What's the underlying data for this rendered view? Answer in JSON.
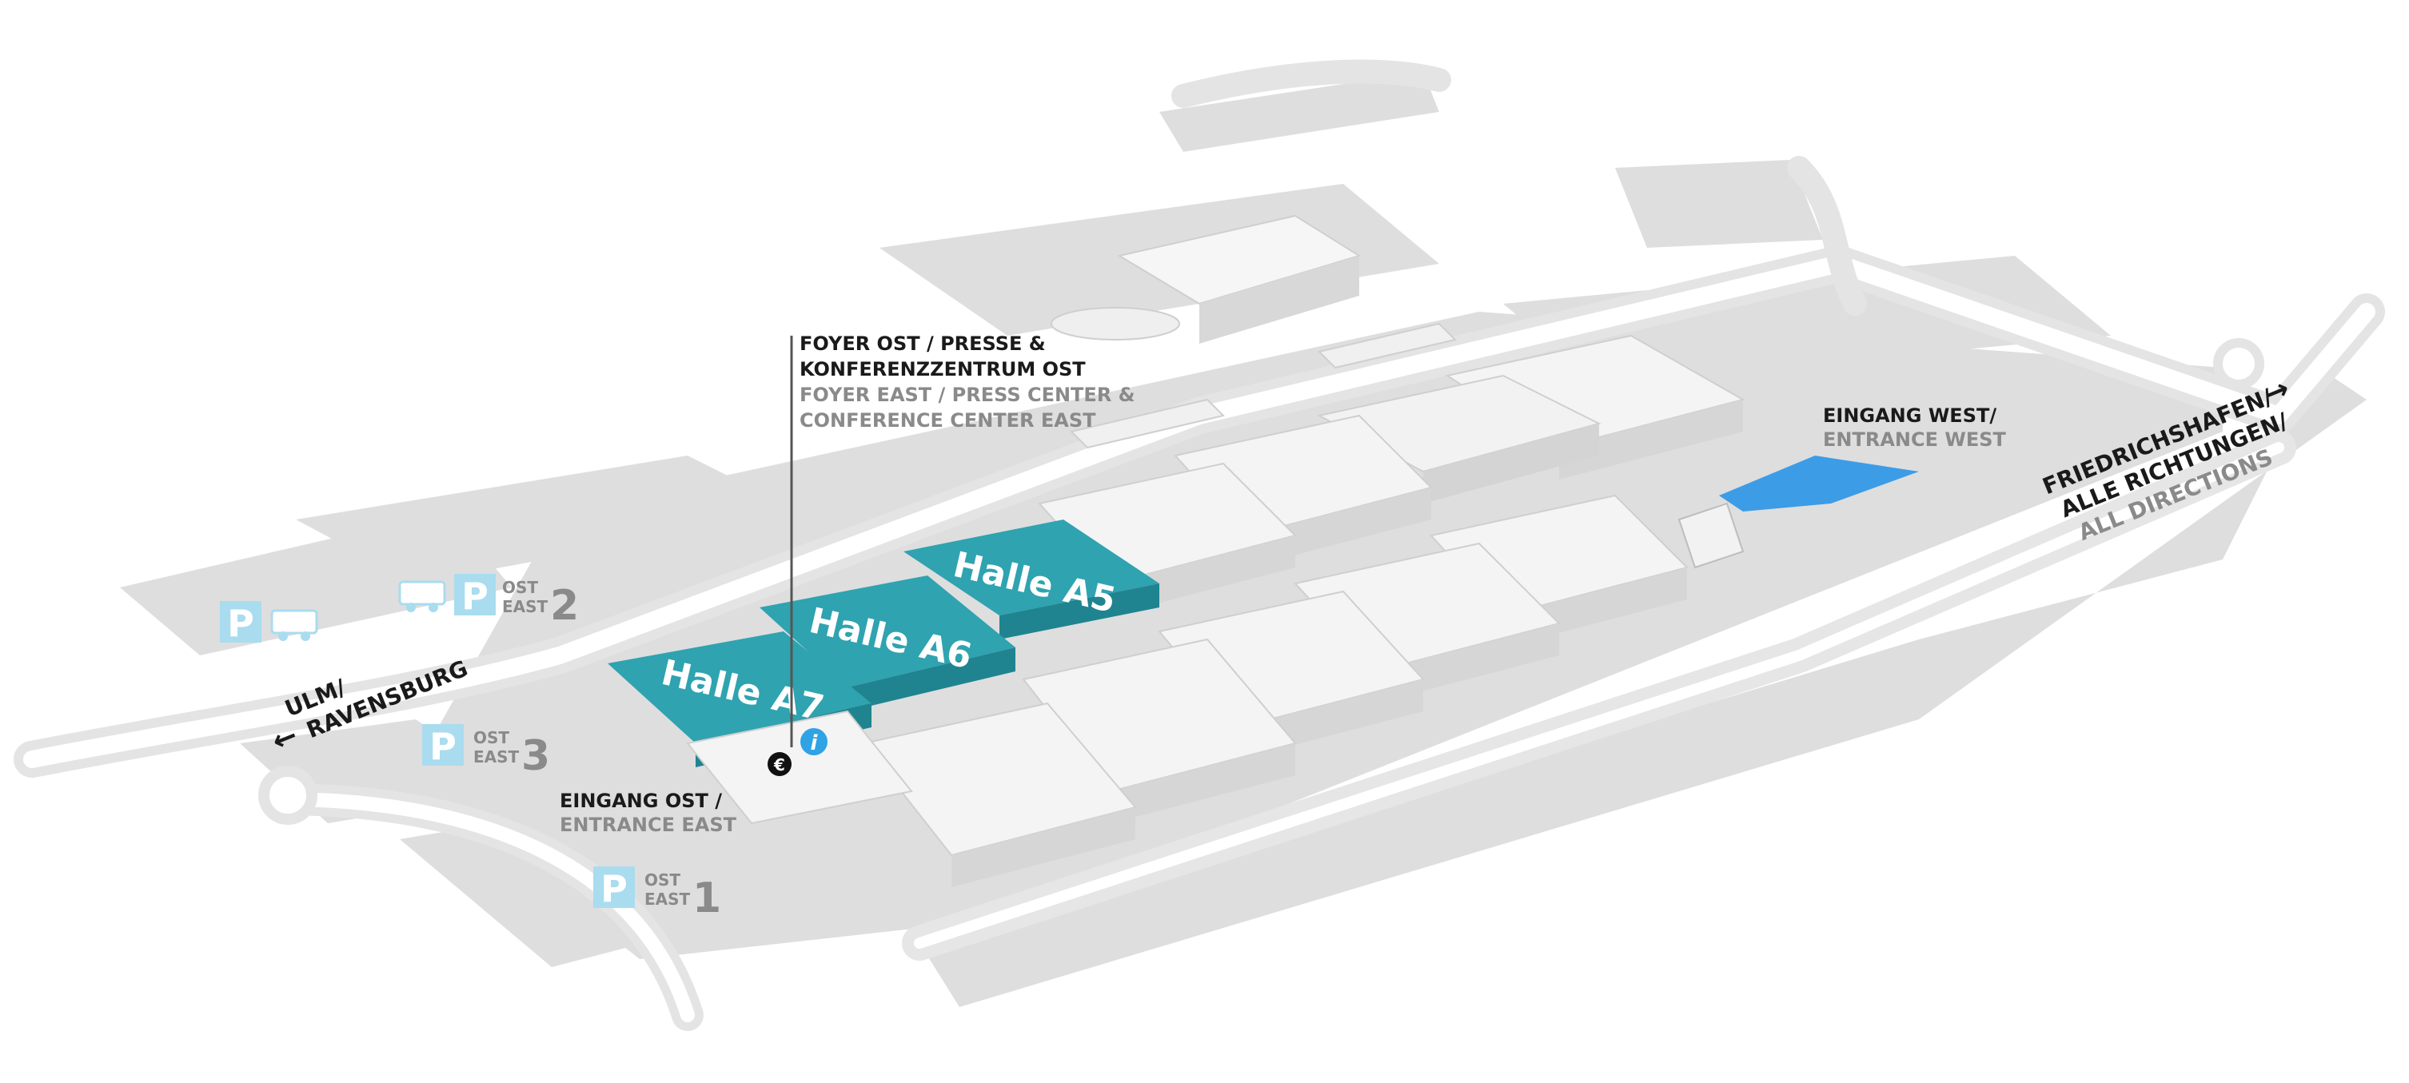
{
  "map": {
    "colors": {
      "ground": "#dcdcdc",
      "road": "#ffffff",
      "building": "#f4f4f4",
      "building_shade": "#cfcfcf",
      "hall_highlight": "#2fa3b0",
      "hall_highlight_dark": "#1f8490",
      "parking_sign": "#a9dcef",
      "water": "#3d9ce6",
      "info_badge": "#2fa3e4",
      "gray_label": "#8a8a8a"
    },
    "halls": {
      "a5": "Halle A5",
      "a6": "Halle A6",
      "a7": "Halle A7"
    },
    "foyer": {
      "de_line1": "FOYER OST / PRESSE &",
      "de_line2": "KONFERENZZENTRUM OST",
      "en_line1": "FOYER EAST / PRESS CENTER &",
      "en_line2": "CONFERENCE CENTER EAST"
    },
    "entrance_west": {
      "de": "EINGANG WEST/",
      "en": "ENTRANCE WEST"
    },
    "entrance_east": {
      "de": "EINGANG OST /",
      "en": "ENTRANCE EAST"
    },
    "direction_west": {
      "line1": "ULM/",
      "line2": "RAVENSBURG"
    },
    "direction_east": {
      "line1": "FRIEDRICHSHAFEN/",
      "line2": "ALLE RICHTUNGEN/",
      "line3": "ALL DIRECTIONS"
    },
    "parking": {
      "letter": "P",
      "ost": "OST",
      "east": "EAST",
      "p1_number": "1",
      "p2_number": "2",
      "p3_number": "3"
    },
    "icons": {
      "info": "i",
      "euro": "€"
    }
  }
}
